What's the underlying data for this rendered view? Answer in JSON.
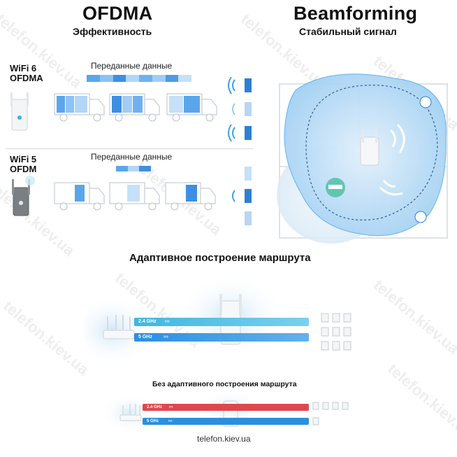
{
  "ofdma": {
    "title": "OFDMA",
    "subtitle": "Эффективность",
    "wifi6_label_line1": "WiFi 6",
    "wifi6_label_line2": "OFDMA",
    "wifi5_label_line1": "WiFi 5",
    "wifi5_label_line2": "OFDM",
    "transferred_label_top": "Переданные данные",
    "transferred_label_bottom": "Переданные данные"
  },
  "beamforming": {
    "title": "Beamforming",
    "subtitle": "Стабильный сигнал"
  },
  "adaptive": {
    "title": "Адаптивное построение маршрута",
    "band_24": "2.4 GHz",
    "band_5": "5 GHz"
  },
  "non_adaptive": {
    "title": "Без адаптивного построения маршрута",
    "band_24": "2.4 GHz",
    "band_5": "5 GHz"
  },
  "footer": {
    "site": "telefon.kiev.ua"
  },
  "watermark": {
    "text": "telefon.kiev.ua"
  },
  "colors": {
    "accent_blue": "#2d7fd6",
    "light_blue": "#b7d6f3",
    "lane_red": "#e0474c",
    "lane_blue": "#2b8fe0",
    "lane_cyan": "#3fb7e0"
  },
  "icons": [
    "router-icon",
    "extender-icon",
    "truck-icon",
    "wifi-signal-icon",
    "gamepad-icon",
    "phone-icon",
    "tv-icon",
    "laptop-icon"
  ]
}
